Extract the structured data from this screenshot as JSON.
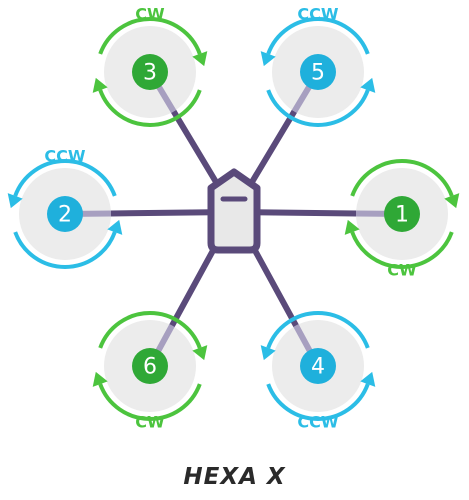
{
  "title": "HEXA X",
  "colors": {
    "cw": "#4cc43e",
    "ccw": "#2bbde6",
    "cw_fill": "#2fa836",
    "ccw_fill": "#1fb0dc",
    "arm": "#5a4a7a",
    "arm_light": "#a79fc0",
    "disc": "#ececec",
    "body_fill": "#e8e8e8"
  },
  "motors": [
    {
      "number": "1",
      "direction": "CW"
    },
    {
      "number": "2",
      "direction": "CCW"
    },
    {
      "number": "3",
      "direction": "CW"
    },
    {
      "number": "4",
      "direction": "CCW"
    },
    {
      "number": "5",
      "direction": "CCW"
    },
    {
      "number": "6",
      "direction": "CW"
    }
  ]
}
